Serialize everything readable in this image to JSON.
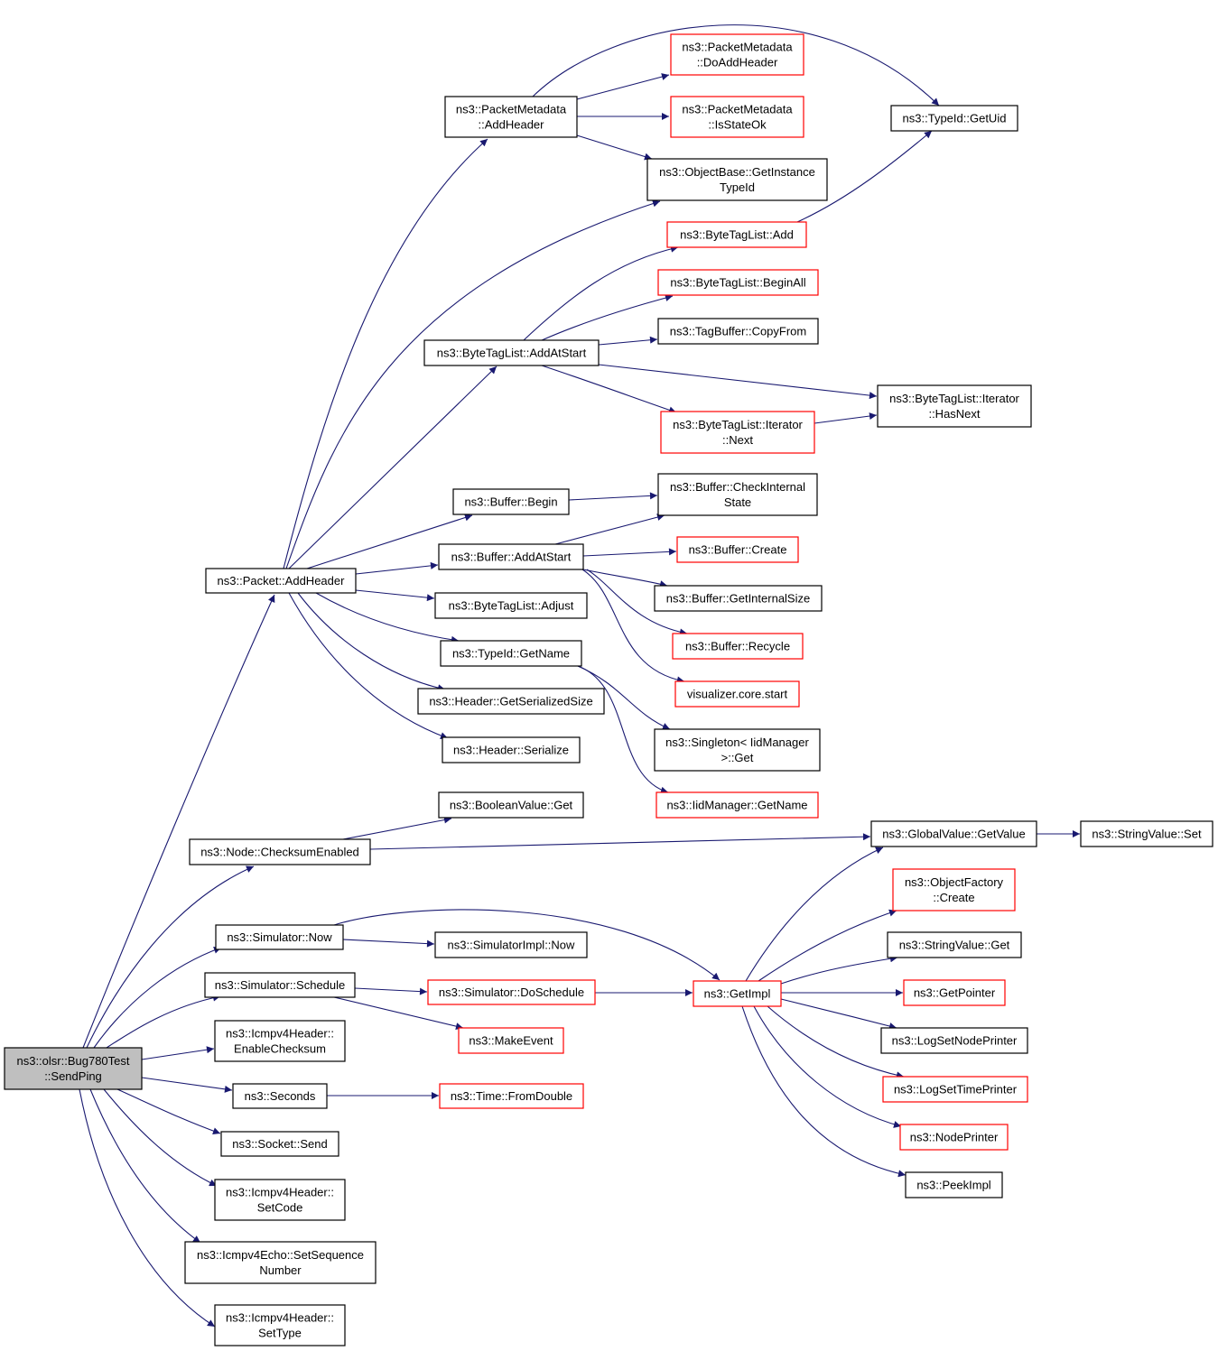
{
  "colors": {
    "edge": "#191970",
    "normal_border": "#000000",
    "external_border": "#ff0000",
    "root_fill": "#bfbfbf",
    "node_fill": "#ffffff"
  },
  "nodes": [
    {
      "id": "root",
      "lines": [
        "ns3::olsr::Bug780Test",
        "::SendPing"
      ],
      "kind": "root"
    },
    {
      "id": "pkt_addheader",
      "lines": [
        "ns3::Packet::AddHeader"
      ],
      "kind": "normal"
    },
    {
      "id": "node_checksum",
      "lines": [
        "ns3::Node::ChecksumEnabled"
      ],
      "kind": "normal"
    },
    {
      "id": "sim_now",
      "lines": [
        "ns3::Simulator::Now"
      ],
      "kind": "normal"
    },
    {
      "id": "sim_schedule",
      "lines": [
        "ns3::Simulator::Schedule"
      ],
      "kind": "normal"
    },
    {
      "id": "icmp_enable",
      "lines": [
        "ns3::Icmpv4Header::",
        "EnableChecksum"
      ],
      "kind": "normal"
    },
    {
      "id": "seconds",
      "lines": [
        "ns3::Seconds"
      ],
      "kind": "normal"
    },
    {
      "id": "socket_send",
      "lines": [
        "ns3::Socket::Send"
      ],
      "kind": "normal"
    },
    {
      "id": "icmp_setcode",
      "lines": [
        "ns3::Icmpv4Header::",
        "SetCode"
      ],
      "kind": "normal"
    },
    {
      "id": "echo_setseq",
      "lines": [
        "ns3::Icmpv4Echo::SetSequence",
        "Number"
      ],
      "kind": "normal"
    },
    {
      "id": "icmp_settype",
      "lines": [
        "ns3::Icmpv4Header::",
        "SetType"
      ],
      "kind": "normal"
    },
    {
      "id": "pm_addheader",
      "lines": [
        "ns3::PacketMetadata",
        "::AddHeader"
      ],
      "kind": "normal"
    },
    {
      "id": "btl_addatstart",
      "lines": [
        "ns3::ByteTagList::AddAtStart"
      ],
      "kind": "normal"
    },
    {
      "id": "buf_begin",
      "lines": [
        "ns3::Buffer::Begin"
      ],
      "kind": "normal"
    },
    {
      "id": "buf_addatstart",
      "lines": [
        "ns3::Buffer::AddAtStart"
      ],
      "kind": "normal"
    },
    {
      "id": "btl_adjust",
      "lines": [
        "ns3::ByteTagList::Adjust"
      ],
      "kind": "normal"
    },
    {
      "id": "typeid_getname",
      "lines": [
        "ns3::TypeId::GetName"
      ],
      "kind": "normal"
    },
    {
      "id": "hdr_getsersize",
      "lines": [
        "ns3::Header::GetSerializedSize"
      ],
      "kind": "normal"
    },
    {
      "id": "hdr_serialize",
      "lines": [
        "ns3::Header::Serialize"
      ],
      "kind": "normal"
    },
    {
      "id": "bool_get",
      "lines": [
        "ns3::BooleanValue::Get"
      ],
      "kind": "normal"
    },
    {
      "id": "simimpl_now",
      "lines": [
        "ns3::SimulatorImpl::Now"
      ],
      "kind": "normal"
    },
    {
      "id": "sim_doschedule",
      "lines": [
        "ns3::Simulator::DoSchedule"
      ],
      "kind": "external"
    },
    {
      "id": "makeevent",
      "lines": [
        "ns3::MakeEvent"
      ],
      "kind": "external"
    },
    {
      "id": "time_fromdouble",
      "lines": [
        "ns3::Time::FromDouble"
      ],
      "kind": "external"
    },
    {
      "id": "pm_doaddheader",
      "lines": [
        "ns3::PacketMetadata",
        "::DoAddHeader"
      ],
      "kind": "external"
    },
    {
      "id": "pm_isstateok",
      "lines": [
        "ns3::PacketMetadata",
        "::IsStateOk"
      ],
      "kind": "external"
    },
    {
      "id": "ob_getinstance",
      "lines": [
        "ns3::ObjectBase::GetInstance",
        "TypeId"
      ],
      "kind": "normal"
    },
    {
      "id": "btl_add",
      "lines": [
        "ns3::ByteTagList::Add"
      ],
      "kind": "external"
    },
    {
      "id": "btl_beginall",
      "lines": [
        "ns3::ByteTagList::BeginAll"
      ],
      "kind": "external"
    },
    {
      "id": "tagbuf_copyfrom",
      "lines": [
        "ns3::TagBuffer::CopyFrom"
      ],
      "kind": "normal"
    },
    {
      "id": "btl_iter_next",
      "lines": [
        "ns3::ByteTagList::Iterator",
        "::Next"
      ],
      "kind": "external"
    },
    {
      "id": "buf_checkinternal",
      "lines": [
        "ns3::Buffer::CheckInternal",
        "State"
      ],
      "kind": "normal"
    },
    {
      "id": "buf_create",
      "lines": [
        "ns3::Buffer::Create"
      ],
      "kind": "external"
    },
    {
      "id": "buf_getinternalsize",
      "lines": [
        "ns3::Buffer::GetInternalSize"
      ],
      "kind": "normal"
    },
    {
      "id": "buf_recycle",
      "lines": [
        "ns3::Buffer::Recycle"
      ],
      "kind": "external"
    },
    {
      "id": "viz_start",
      "lines": [
        "visualizer.core.start"
      ],
      "kind": "external"
    },
    {
      "id": "singleton_get",
      "lines": [
        "ns3::Singleton< IidManager",
        ">::Get"
      ],
      "kind": "normal"
    },
    {
      "id": "iid_getname",
      "lines": [
        "ns3::IidManager::GetName"
      ],
      "kind": "external"
    },
    {
      "id": "getimpl",
      "lines": [
        "ns3::GetImpl"
      ],
      "kind": "external"
    },
    {
      "id": "typeid_getuid",
      "lines": [
        "ns3::TypeId::GetUid"
      ],
      "kind": "normal"
    },
    {
      "id": "btl_iter_hasnext",
      "lines": [
        "ns3::ByteTagList::Iterator",
        "::HasNext"
      ],
      "kind": "normal"
    },
    {
      "id": "gv_getvalue",
      "lines": [
        "ns3::GlobalValue::GetValue"
      ],
      "kind": "normal"
    },
    {
      "id": "objfactory_create",
      "lines": [
        "ns3::ObjectFactory",
        "::Create"
      ],
      "kind": "external"
    },
    {
      "id": "strval_get",
      "lines": [
        "ns3::StringValue::Get"
      ],
      "kind": "normal"
    },
    {
      "id": "getpointer",
      "lines": [
        "ns3::GetPointer"
      ],
      "kind": "external"
    },
    {
      "id": "logsetnodeprinter",
      "lines": [
        "ns3::LogSetNodePrinter"
      ],
      "kind": "normal"
    },
    {
      "id": "logsettimeprinter",
      "lines": [
        "ns3::LogSetTimePrinter"
      ],
      "kind": "external"
    },
    {
      "id": "nodeprinter",
      "lines": [
        "ns3::NodePrinter"
      ],
      "kind": "external"
    },
    {
      "id": "peekimpl",
      "lines": [
        "ns3::PeekImpl"
      ],
      "kind": "normal"
    },
    {
      "id": "strval_set",
      "lines": [
        "ns3::StringValue::Set"
      ],
      "kind": "normal"
    }
  ],
  "edges": [
    [
      "root",
      "pkt_addheader"
    ],
    [
      "root",
      "node_checksum"
    ],
    [
      "root",
      "sim_now"
    ],
    [
      "root",
      "sim_schedule"
    ],
    [
      "root",
      "icmp_enable"
    ],
    [
      "root",
      "seconds"
    ],
    [
      "root",
      "socket_send"
    ],
    [
      "root",
      "icmp_setcode"
    ],
    [
      "root",
      "echo_setseq"
    ],
    [
      "root",
      "icmp_settype"
    ],
    [
      "pkt_addheader",
      "pm_addheader"
    ],
    [
      "pkt_addheader",
      "ob_getinstance"
    ],
    [
      "pkt_addheader",
      "btl_addatstart"
    ],
    [
      "pkt_addheader",
      "buf_begin"
    ],
    [
      "pkt_addheader",
      "buf_addatstart"
    ],
    [
      "pkt_addheader",
      "btl_adjust"
    ],
    [
      "pkt_addheader",
      "typeid_getname"
    ],
    [
      "pkt_addheader",
      "hdr_getsersize"
    ],
    [
      "pkt_addheader",
      "hdr_serialize"
    ],
    [
      "pm_addheader",
      "typeid_getuid"
    ],
    [
      "pm_addheader",
      "pm_doaddheader"
    ],
    [
      "pm_addheader",
      "pm_isstateok"
    ],
    [
      "pm_addheader",
      "ob_getinstance"
    ],
    [
      "btl_addatstart",
      "btl_add"
    ],
    [
      "btl_addatstart",
      "btl_beginall"
    ],
    [
      "btl_addatstart",
      "tagbuf_copyfrom"
    ],
    [
      "btl_addatstart",
      "btl_iter_hasnext"
    ],
    [
      "btl_addatstart",
      "btl_iter_next"
    ],
    [
      "btl_add",
      "typeid_getuid"
    ],
    [
      "btl_iter_next",
      "btl_iter_hasnext"
    ],
    [
      "buf_begin",
      "buf_checkinternal"
    ],
    [
      "buf_addatstart",
      "buf_checkinternal"
    ],
    [
      "buf_addatstart",
      "buf_create"
    ],
    [
      "buf_addatstart",
      "buf_getinternalsize"
    ],
    [
      "buf_addatstart",
      "buf_recycle"
    ],
    [
      "buf_addatstart",
      "viz_start"
    ],
    [
      "typeid_getname",
      "singleton_get"
    ],
    [
      "typeid_getname",
      "iid_getname"
    ],
    [
      "node_checksum",
      "bool_get"
    ],
    [
      "node_checksum",
      "gv_getvalue"
    ],
    [
      "gv_getvalue",
      "strval_set"
    ],
    [
      "sim_now",
      "getimpl"
    ],
    [
      "sim_now",
      "simimpl_now"
    ],
    [
      "sim_schedule",
      "sim_doschedule"
    ],
    [
      "sim_schedule",
      "makeevent"
    ],
    [
      "sim_doschedule",
      "getimpl"
    ],
    [
      "seconds",
      "time_fromdouble"
    ],
    [
      "getimpl",
      "gv_getvalue"
    ],
    [
      "getimpl",
      "objfactory_create"
    ],
    [
      "getimpl",
      "strval_get"
    ],
    [
      "getimpl",
      "getpointer"
    ],
    [
      "getimpl",
      "logsetnodeprinter"
    ],
    [
      "getimpl",
      "logsettimeprinter"
    ],
    [
      "getimpl",
      "nodeprinter"
    ],
    [
      "getimpl",
      "peekimpl"
    ]
  ]
}
